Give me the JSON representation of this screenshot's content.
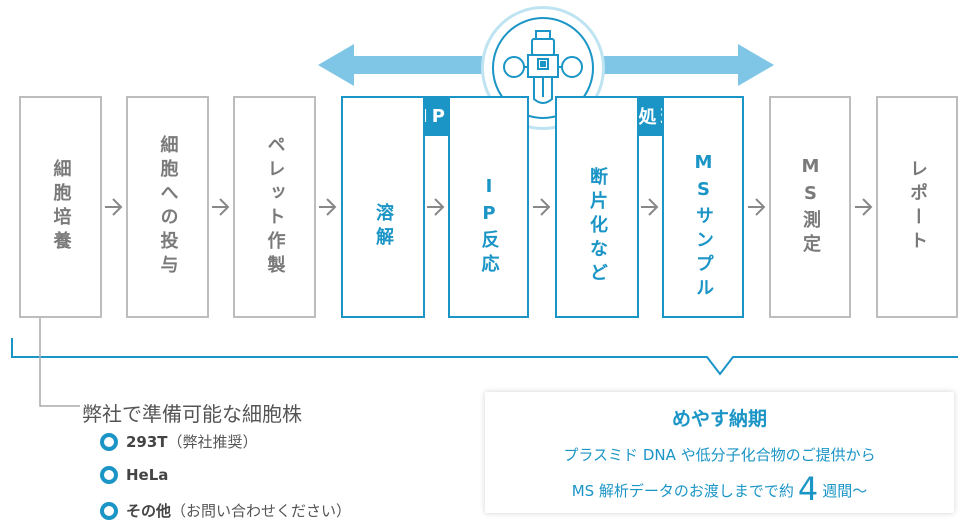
{
  "colors": {
    "accent": "#1b95c6",
    "gray_border": "#bdbdbd",
    "arrow_light": "#7fc6e6"
  },
  "process": {
    "steps": [
      {
        "label": "細胞培養",
        "style": "gray"
      },
      {
        "label": "細胞への投与",
        "style": "gray"
      },
      {
        "label": "ペレット作製",
        "style": "gray"
      },
      {
        "label": "溶解",
        "style": "blue"
      },
      {
        "label": "IP反応",
        "style": "blue"
      },
      {
        "label": "断片化など",
        "style": "blue"
      },
      {
        "label": "MSサンプル",
        "style": "blue"
      },
      {
        "label": "MS測定",
        "style": "gray"
      },
      {
        "label": "レポート",
        "style": "gray"
      }
    ],
    "groups": [
      {
        "label": "IP"
      },
      {
        "label": "後処理"
      }
    ],
    "robot_icon": "lab-robot-icon"
  },
  "cells": {
    "title": "弊社で準備可能な細胞株",
    "items": [
      {
        "name": "293T",
        "note": "（弊社推奨）"
      },
      {
        "name": "HeLa",
        "note": ""
      },
      {
        "name": "その他",
        "note": "（お問い合わせください）"
      }
    ]
  },
  "delivery": {
    "title": "めやす納期",
    "line1": "プラスミド DNA や低分子化合物のご提供から",
    "line2_prefix": "MS 解析データのお渡しまでで約",
    "weeks": "4",
    "line2_suffix": "週間～"
  }
}
